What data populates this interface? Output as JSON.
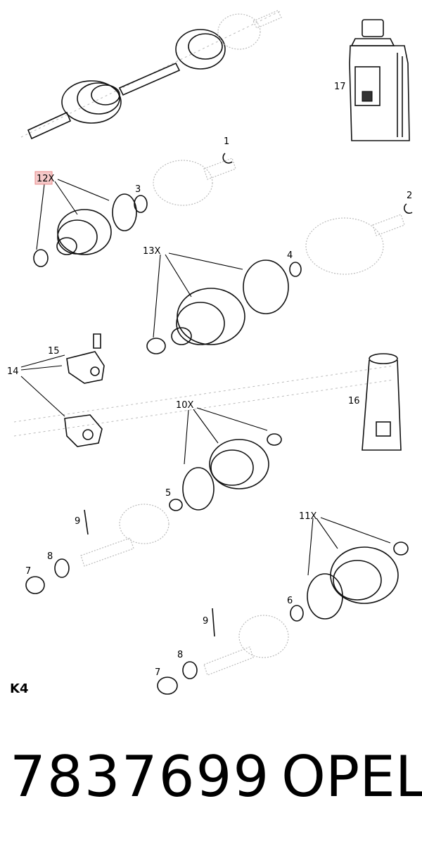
{
  "callouts": {
    "c1": "1",
    "c2": "2",
    "c3": "3",
    "c4": "4",
    "c5": "5",
    "c6": "6",
    "c7a": "7",
    "c7b": "7",
    "c8a": "8",
    "c8b": "8",
    "c9a": "9",
    "c9b": "9",
    "c10": "10X",
    "c11": "11X",
    "c12": "12X",
    "c13": "13X",
    "c14": "14",
    "c15": "15",
    "c16": "16",
    "c17": "17"
  },
  "sheet_code": "K4",
  "footer": {
    "part_number": "7837699",
    "brand": "OPEL"
  },
  "colors": {
    "highlight": "#e88a8a",
    "ink": "#000000",
    "ghost": "#bbbbbb"
  }
}
